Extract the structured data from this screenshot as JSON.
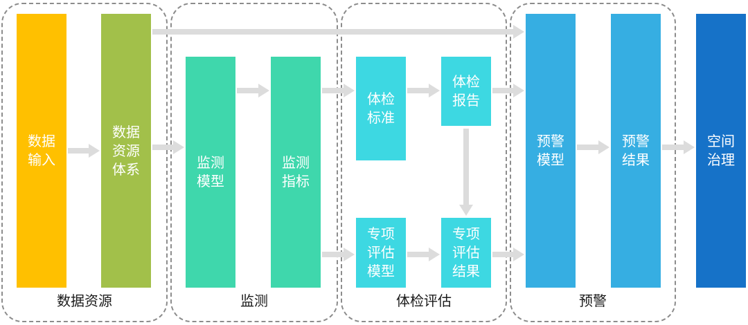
{
  "groups": [
    {
      "label": "数据资源"
    },
    {
      "label": "监测"
    },
    {
      "label": "体检评估"
    },
    {
      "label": "预警"
    }
  ],
  "blocks": {
    "data_input": {
      "label": "数据输入",
      "color": "#FFC000"
    },
    "data_resource_system": {
      "label": "数据资源体系",
      "color": "#A2C04A"
    },
    "monitoring_model": {
      "label": "监测模型",
      "color": "#3FD7AC"
    },
    "monitoring_indicator": {
      "label": "监测指标",
      "color": "#3FD7AC"
    },
    "health_check_standard": {
      "label": "体检标准",
      "color": "#3DD8E2"
    },
    "health_check_report": {
      "label": "体检报告",
      "color": "#3DD8E2"
    },
    "special_assessment_model": {
      "label": "专项评估模型",
      "color": "#3DD8E2"
    },
    "special_assessment_result": {
      "label": "专项评估结果",
      "color": "#3DD8E2"
    },
    "warning_model": {
      "label": "预警模型",
      "color": "#36AEE2"
    },
    "warning_result": {
      "label": "预警结果",
      "color": "#36AEE2"
    },
    "spatial_governance": {
      "label": "空间治理",
      "color": "#1672C8"
    }
  },
  "colors": {
    "arrow": "#DCDCDC",
    "group_border": "#8C8C8C"
  }
}
